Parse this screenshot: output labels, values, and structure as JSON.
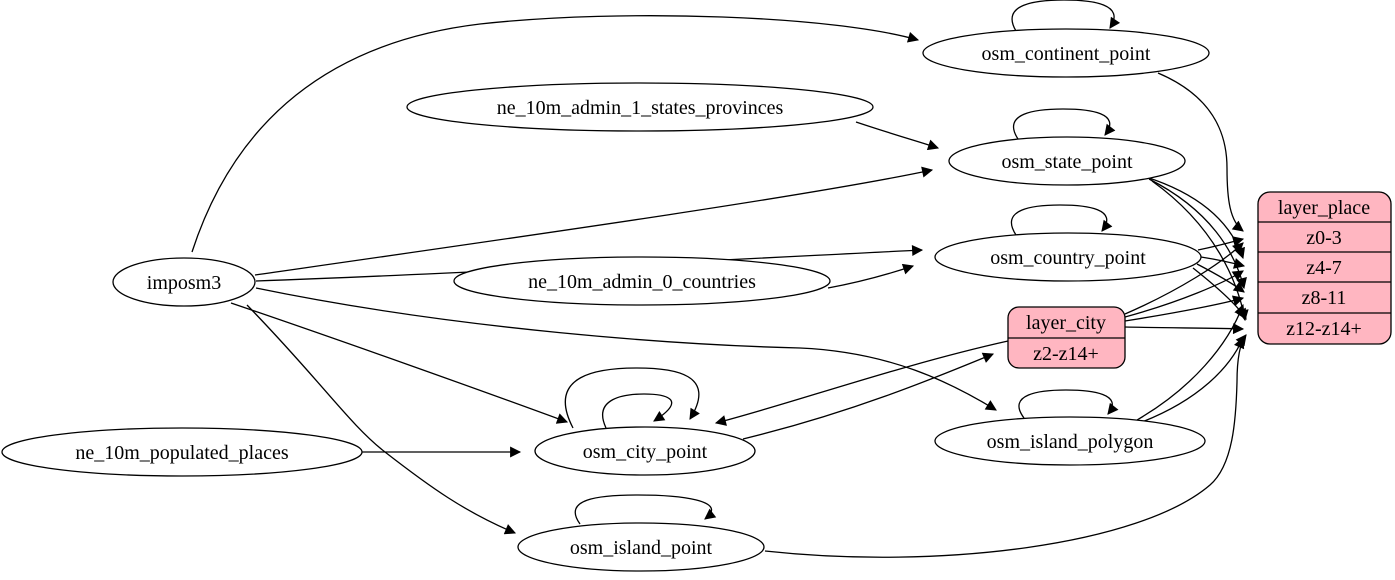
{
  "nodes": {
    "imposm3": {
      "label": "imposm3"
    },
    "ne_10m_admin_1_states_provinces": {
      "label": "ne_10m_admin_1_states_provinces"
    },
    "ne_10m_admin_0_countries": {
      "label": "ne_10m_admin_0_countries"
    },
    "ne_10m_populated_places": {
      "label": "ne_10m_populated_places"
    },
    "osm_continent_point": {
      "label": "osm_continent_point"
    },
    "osm_state_point": {
      "label": "osm_state_point"
    },
    "osm_country_point": {
      "label": "osm_country_point"
    },
    "osm_city_point": {
      "label": "osm_city_point"
    },
    "osm_island_polygon": {
      "label": "osm_island_polygon"
    },
    "osm_island_point": {
      "label": "osm_island_point"
    }
  },
  "records": {
    "layer_city": {
      "title": "layer_city",
      "rows": [
        "z2-z14+"
      ]
    },
    "layer_place": {
      "title": "layer_place",
      "rows": [
        "z0-3",
        "z4-7",
        "z8-11",
        "z12-z14+"
      ]
    }
  },
  "edges": [
    {
      "from": "imposm3",
      "to": "osm_continent_point"
    },
    {
      "from": "imposm3",
      "to": "osm_state_point"
    },
    {
      "from": "imposm3",
      "to": "osm_country_point"
    },
    {
      "from": "imposm3",
      "to": "osm_city_point"
    },
    {
      "from": "imposm3",
      "to": "osm_island_polygon"
    },
    {
      "from": "imposm3",
      "to": "osm_island_point"
    },
    {
      "from": "ne_10m_admin_1_states_provinces",
      "to": "osm_state_point"
    },
    {
      "from": "ne_10m_admin_0_countries",
      "to": "osm_country_point"
    },
    {
      "from": "ne_10m_populated_places",
      "to": "osm_city_point"
    },
    {
      "from": "osm_continent_point",
      "to": "osm_continent_point",
      "self_loop": true
    },
    {
      "from": "osm_state_point",
      "to": "osm_state_point",
      "self_loop": true
    },
    {
      "from": "osm_country_point",
      "to": "osm_country_point",
      "self_loop": true
    },
    {
      "from": "osm_city_point",
      "to": "osm_city_point",
      "self_loop": true
    },
    {
      "from": "osm_city_point",
      "to": "osm_city_point",
      "self_loop": true
    },
    {
      "from": "osm_island_polygon",
      "to": "osm_island_polygon",
      "self_loop": true
    },
    {
      "from": "osm_island_point",
      "to": "osm_island_point",
      "self_loop": true
    },
    {
      "from": "osm_continent_point",
      "to": "layer_place",
      "to_row": "z0-3"
    },
    {
      "from": "osm_state_point",
      "to": "layer_place",
      "to_row": "z4-7"
    },
    {
      "from": "osm_state_point",
      "to": "layer_place",
      "to_row": "z8-11"
    },
    {
      "from": "osm_state_point",
      "to": "layer_place",
      "to_row": "z12-z14+"
    },
    {
      "from": "osm_country_point",
      "to": "layer_place",
      "to_row": "z0-3"
    },
    {
      "from": "osm_country_point",
      "to": "layer_place",
      "to_row": "z4-7"
    },
    {
      "from": "osm_country_point",
      "to": "layer_place",
      "to_row": "z8-11"
    },
    {
      "from": "osm_country_point",
      "to": "layer_place",
      "to_row": "z12-z14+"
    },
    {
      "from": "osm_city_point",
      "to": "layer_city",
      "to_row": "z2-z14+"
    },
    {
      "from": "layer_city",
      "to": "osm_city_point"
    },
    {
      "from": "layer_city",
      "to": "layer_place",
      "to_row": "z0-3"
    },
    {
      "from": "layer_city",
      "to": "layer_place",
      "to_row": "z4-7"
    },
    {
      "from": "layer_city",
      "to": "layer_place",
      "to_row": "z8-11"
    },
    {
      "from": "layer_city",
      "to": "layer_place",
      "to_row": "z12-z14+"
    },
    {
      "from": "osm_island_polygon",
      "to": "layer_place",
      "to_row": "z8-11"
    },
    {
      "from": "osm_island_polygon",
      "to": "layer_place",
      "to_row": "z12-z14+"
    },
    {
      "from": "osm_island_point",
      "to": "layer_place",
      "to_row": "z12-z14+"
    }
  ],
  "colors": {
    "record_fill": "#ffb6c1",
    "ellipse_fill": "#ffffff",
    "stroke": "#000000",
    "background": "#ffffff"
  }
}
